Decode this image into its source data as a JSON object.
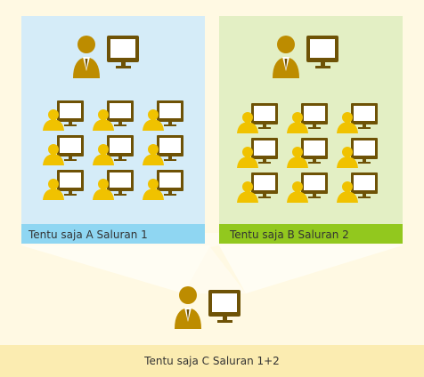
{
  "panels": {
    "a": {
      "label": "Tentu saja A  Saluran 1",
      "bg": "#d5ecf8",
      "bar": "#8fd6f2"
    },
    "b": {
      "label": "Tentu saja B  Saluran 2",
      "bg": "#e3efc4",
      "bar": "#92c81e"
    },
    "c": {
      "label": "Tentu saja C  Saluran 1+2",
      "bar": "#fbecb1"
    }
  },
  "colors": {
    "person": "#bd8c00",
    "student": "#f0c200",
    "monitor": "#6e5206",
    "screen": "#ffffff",
    "page": "#fff9e3",
    "projection": "#fffbee"
  },
  "icons": {
    "teacher": "teacher-at-computer-icon",
    "student": "student-at-computer-icon"
  }
}
